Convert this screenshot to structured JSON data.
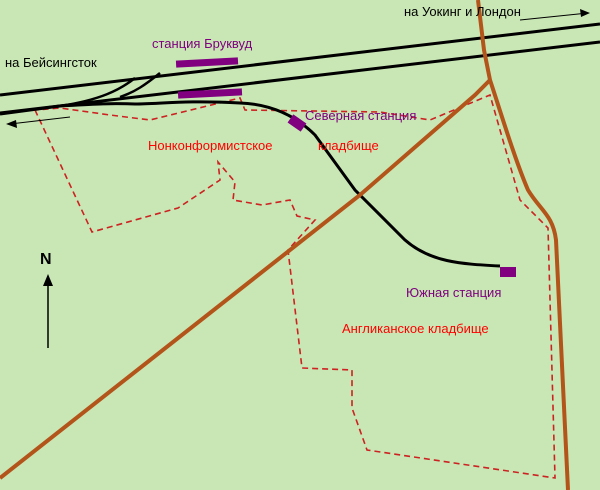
{
  "colors": {
    "background": "#c9e7b5",
    "railway": "#000000",
    "road": "#b3541a",
    "boundary": "#cc2222",
    "station": "#800080",
    "station_label": "#800080",
    "cemetery_label": "#ff0000",
    "text": "#000000"
  },
  "labels": {
    "to_woking_london": "на Уокинг и Лондон",
    "to_basingstoke": "на Бейсингсток",
    "brookwood_station": "станция Бруквуд",
    "north_station": "Северная станция",
    "south_station": "Южная станция",
    "nonconformist_cemetery_line1": "Нонконформистское",
    "nonconformist_cemetery_line2": "кладбище",
    "anglican_cemetery": "Англиканское кладбище",
    "north_arrow": "N"
  },
  "icons": [
    "north-arrow-icon",
    "direction-arrow-icon"
  ]
}
